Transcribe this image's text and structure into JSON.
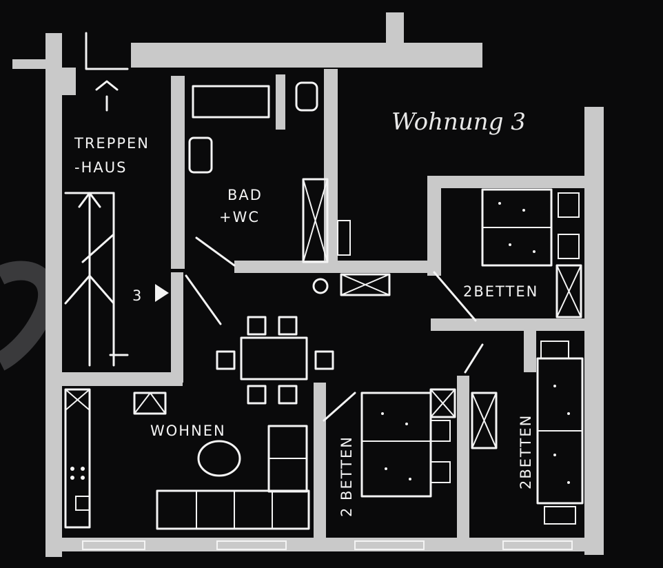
{
  "title": "Wohnung 3",
  "entrance_number": "3",
  "rooms": {
    "stairwell_line1": "TREPPEN",
    "stairwell_line2": "-HAUS",
    "bath_line1": "BAD",
    "bath_line2": "+WC",
    "bedroom_1": "2BETTEN",
    "bedroom_2": "2 BETTEN",
    "bedroom_3": "2BETTEN",
    "living": "WOHNEN"
  },
  "colors": {
    "background": "#0a0a0b",
    "walls": "#c9c9c9",
    "ink": "#f4f4f4"
  }
}
